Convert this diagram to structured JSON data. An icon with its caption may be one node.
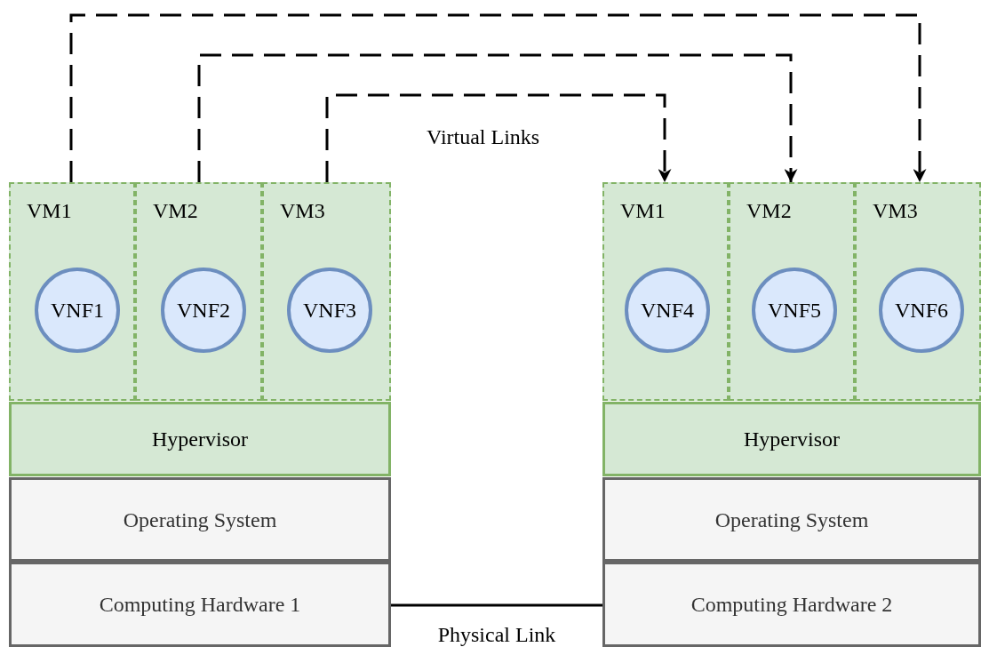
{
  "diagram": {
    "nodes": [
      {
        "text": [
          "VM1"
        ]
      },
      {
        "text": [
          "VNF1"
        ],
        "in": 0
      },
      {
        "text": [
          "VM2"
        ]
      },
      {
        "text": [
          "VNF2"
        ],
        "in": 2
      },
      {
        "text": [
          "VM3"
        ]
      },
      {
        "text": [
          "VNF3"
        ],
        "in": 4
      },
      {
        "text": [
          "Hypervisor"
        ]
      },
      {
        "text": [
          "Operating System"
        ]
      },
      {
        "text": [
          "Computing Hardware 1"
        ]
      },
      {
        "text": [
          "VM1"
        ]
      },
      {
        "text": [
          "VNF4"
        ],
        "in": 9
      },
      {
        "text": [
          "VM2"
        ]
      },
      {
        "text": [
          "VNF5"
        ],
        "in": 11
      },
      {
        "text": [
          "VM3"
        ]
      },
      {
        "text": [
          "VNF6"
        ],
        "in": 13
      },
      {
        "text": [
          "Hypervisor"
        ]
      },
      {
        "text": [
          "Operating System"
        ]
      },
      {
        "text": [
          "Computing Hardware 2"
        ]
      }
    ],
    "edges": [
      {
        "from": 0,
        "to": 13,
        "arrow": "to",
        "style": "dashed"
      },
      {
        "from": 2,
        "to": 11,
        "arrow": "to",
        "style": "dashed"
      },
      {
        "from": 4,
        "to": 9,
        "arrow": "to",
        "style": "dashed"
      },
      {
        "from": 8,
        "to": 17,
        "arrow": "none",
        "label": "Physical Link"
      }
    ],
    "labels": [
      "Virtual Links"
    ]
  }
}
